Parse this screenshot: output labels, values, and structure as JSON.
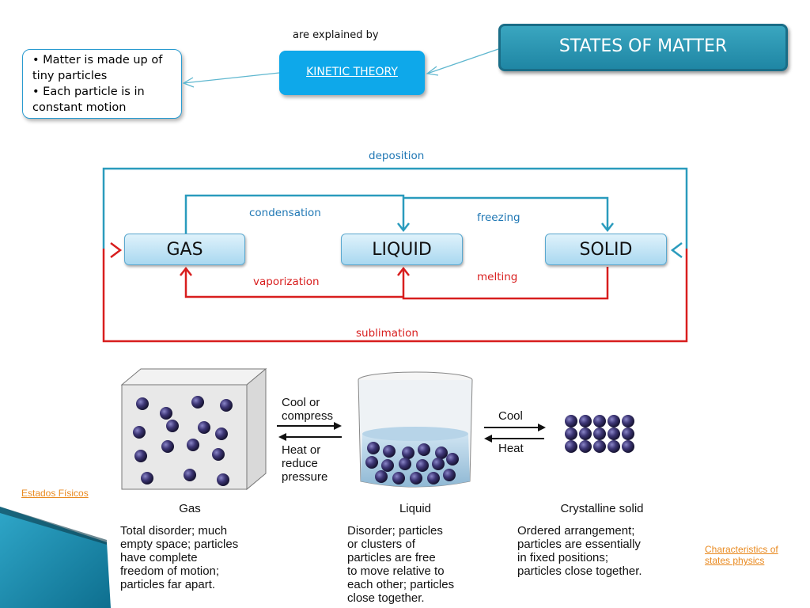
{
  "header": {
    "title": "STATES OF MATTER",
    "connector_label": "are explained by",
    "theory": "KINETIC THEORY",
    "bullets": [
      "• Matter is made up of tiny particles",
      "• Each particle is in constant motion"
    ]
  },
  "cycle": {
    "states": [
      "GAS",
      "LIQUID",
      "SOLID"
    ],
    "transitions": {
      "deposition": "deposition",
      "condensation": "condensation",
      "freezing": "freezing",
      "vaporization": "vaporization",
      "melting": "melting",
      "sublimation": "sublimation"
    },
    "colors": {
      "cooling": "#2a9bbd",
      "heating": "#d81e1e"
    }
  },
  "figure": {
    "gas_to_liquid": [
      "Cool or",
      "compress"
    ],
    "liquid_to_gas": [
      "Heat or",
      "reduce",
      "pressure"
    ],
    "liquid_to_solid": "Cool",
    "solid_to_liquid": "Heat",
    "captions": [
      "Gas",
      "Liquid",
      "Crystalline solid"
    ],
    "descriptions": [
      [
        "Total disorder; much",
        "empty space; particles",
        "have complete",
        "freedom  of motion;",
        "particles far apart."
      ],
      [
        "Disorder; particles",
        "or clusters of",
        "particles are free",
        "to move relative to",
        "each other; particles",
        "close together."
      ],
      [
        "Ordered arrangement;",
        "particles are essentially",
        "in fixed positions;",
        "particles close together."
      ]
    ]
  },
  "links": {
    "left": "Estados  Físicos",
    "right": [
      "Characteristics of",
      "states physics"
    ]
  }
}
